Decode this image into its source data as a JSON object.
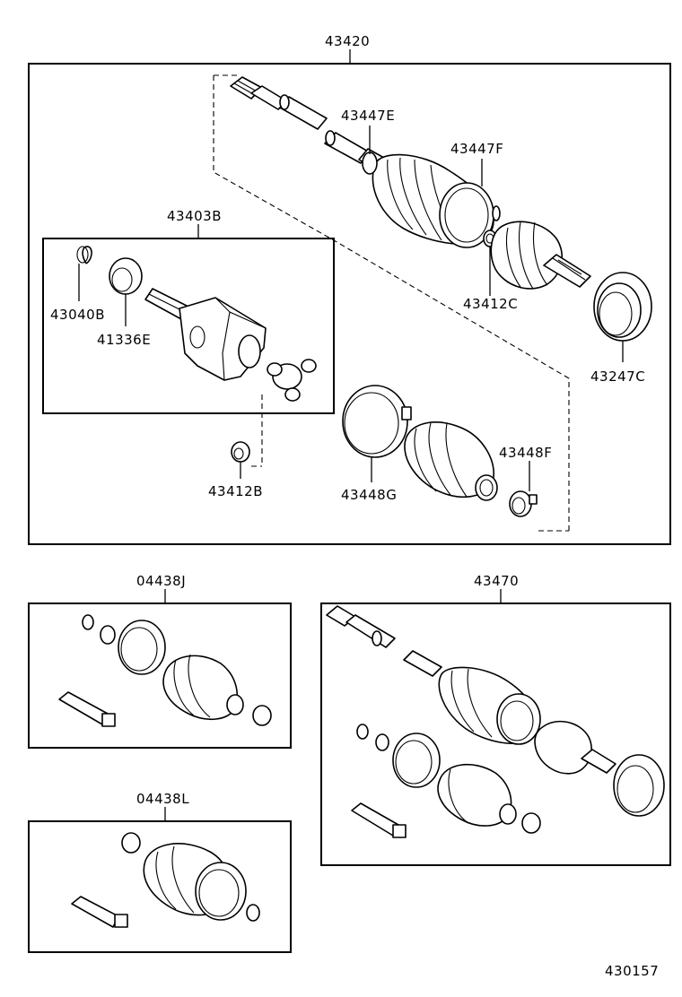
{
  "labels": {
    "assy_main": "43420",
    "boot_clamp_e": "43447E",
    "boot_clamp_f": "43447F",
    "inboard_joint": "43403B",
    "snap_ring_040b": "43040B",
    "dust_seal_e": "41336E",
    "snap_ring_c": "43412C",
    "dust_cover_c": "43247C",
    "snap_ring_b": "43412B",
    "boot_clamp_g": "43448G",
    "boot_clamp_f2": "43448F",
    "boot_kit_j": "04438J",
    "assy_other": "43470",
    "boot_kit_l": "04438L",
    "figure_number": "430157"
  }
}
